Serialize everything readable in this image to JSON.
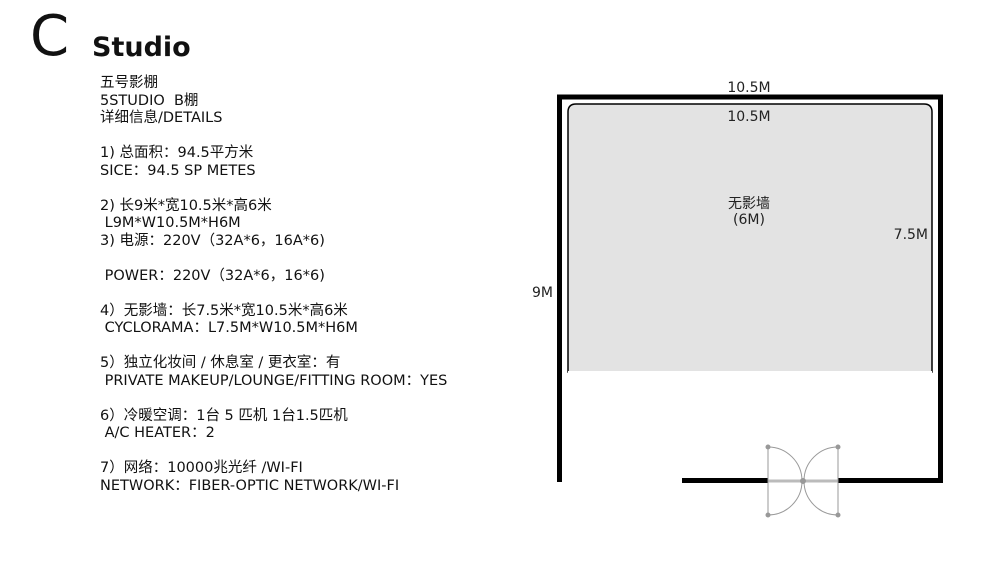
{
  "header": {
    "letter": "C",
    "title": "Studio"
  },
  "details": {
    "name_cn": "五号影棚",
    "name_en": "5STUDIO  B棚",
    "section": "详细信息/DETAILS",
    "item1_cn": "1) 总面积：94.5平方米",
    "item1_en": "SICE：94.5 SP METES",
    "item2_cn": "2) 长9米*宽10.5米*高6米",
    "item2_en": " L9M*W10.5M*H6M",
    "item3_cn": "3) 电源：220V（32A*6，16A*6)",
    "item3_en": " POWER：220V（32A*6，16*6)",
    "item4_cn": "4）无影墙：长7.5米*宽10.5米*高6米",
    "item4_en": " CYCLORAMA：L7.5M*W10.5M*H6M",
    "item5_cn": "5）独立化妆间 / 休息室 / 更衣室：有",
    "item5_en": " PRIVATE MAKEUP/LOUNGE/FITTING ROOM：YES",
    "item6_cn": "6）冷暖空调：1台 5 匹机 1台1.5匹机",
    "item6_en": " A/C HEATER：2",
    "item7_cn": "7）网络：10000兆光纤 /WI-FI",
    "item7_en": "NETWORK：FIBER-OPTIC NETWORK/WI-FI"
  },
  "floorplan": {
    "room_width_label": "10.5M",
    "cyc_width_label": "10.5M",
    "cyc_name": "无影墙",
    "cyc_height": "(6M)",
    "cyc_depth_label": "7.5M",
    "room_length_label": "9M",
    "colors": {
      "wall": "#000000",
      "cyc_fill": "#e3e3e3",
      "door": "#999999"
    }
  }
}
